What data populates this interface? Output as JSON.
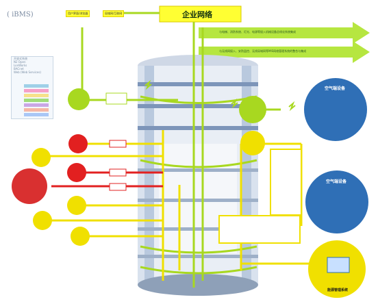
{
  "title": "( iBMS)",
  "legend": {
    "lines": [
      "开放式系统",
      "N2 Open",
      "LonWorks",
      "BACnet",
      "Web (Web Services)"
    ],
    "swatch_colors": [
      "#9fd0e8",
      "#f5a0c8",
      "#f6e18a",
      "#9fdc7a",
      "#c9a7e6",
      "#f6b7a5",
      "#a9c7f6"
    ]
  },
  "banner": {
    "main_label": "企业网络",
    "left_top_label": "用户界面/浏览器",
    "left_top2_label": "局域网/互联网",
    "arrow1_text": "与电梯、消防系统、灯光、电源等接入机械设备总线化系统集成",
    "arrow2_text": "与无线网接入、安防监控、无线局域网等MIS网络管理系统的整合与集成"
  },
  "right_groups": {
    "top_title": "空气端设备",
    "bottom_title": "空气端设备",
    "energy_label": "能源管理系统"
  },
  "colors": {
    "green_line": "#a8d820",
    "yellow_line": "#f0e000",
    "red_line": "#e22020",
    "banner_yellow": "#ffff33",
    "arrow_green": "#b6e640",
    "blue_circle": "#2f6fb6",
    "red_circle": "#d93030"
  },
  "icons": [
    "building-icon",
    "computer-icon",
    "controller-icon",
    "server-icon"
  ]
}
